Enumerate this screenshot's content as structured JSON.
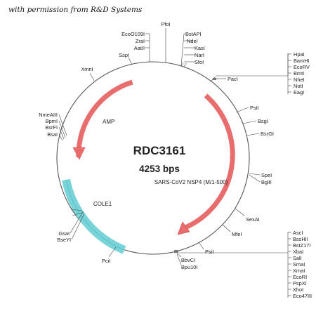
{
  "attribution": "with permission from R&D Systems",
  "plasmid": {
    "name": "RDC3161",
    "size_label": "4253 bps",
    "insert_label": "SARS-CoV2 NSP4 (M/1-500)"
  },
  "features": {
    "amp": "AMP",
    "cole1": "COLE1"
  },
  "colors": {
    "backbone": "#555555",
    "arrow": "#ef7070",
    "arrow_stroke": "#d94b4b",
    "ori": "#78d4d8",
    "ori_stroke": "#45b4bb",
    "text": "#222222"
  },
  "sites": {
    "top_cluster": [
      "EcoO109I",
      "ZraI",
      "AatII"
    ],
    "pfoi": "PfoI",
    "sspi": "SspI",
    "bstapi_group": [
      "BstAPI",
      "NdeI",
      "KasI",
      "NarI",
      "SfoI"
    ],
    "xmni": "XmnI",
    "paci": "PacI",
    "right_top_group": [
      "HpaI",
      "BamHI",
      "EcoRV",
      "BmtI",
      "NheI",
      "NotI",
      "EagI"
    ],
    "psti": "PstI",
    "bsgi": "BsgI",
    "bsrgi": "BsrGI",
    "left_group": [
      "NmeAIII",
      "BpmI",
      "BsrFI",
      "BsaI"
    ],
    "spei": "SpeI",
    "bglii": "BglII",
    "sexai": "SexAI",
    "mfei": "MfeI",
    "psii": "PsiI",
    "bottom_right_group": [
      "AscI",
      "BssHII",
      "BstZ17I",
      "XbaI",
      "SalI",
      "SmaI",
      "XmaI",
      "EcoRI",
      "PspXI",
      "XhoI",
      "Eco47III"
    ],
    "gsai": "GsaI",
    "bseyi": "BseYI",
    "pcii": "PciI",
    "bbvci_group": [
      "BbvCI",
      "Bpu10I"
    ]
  }
}
